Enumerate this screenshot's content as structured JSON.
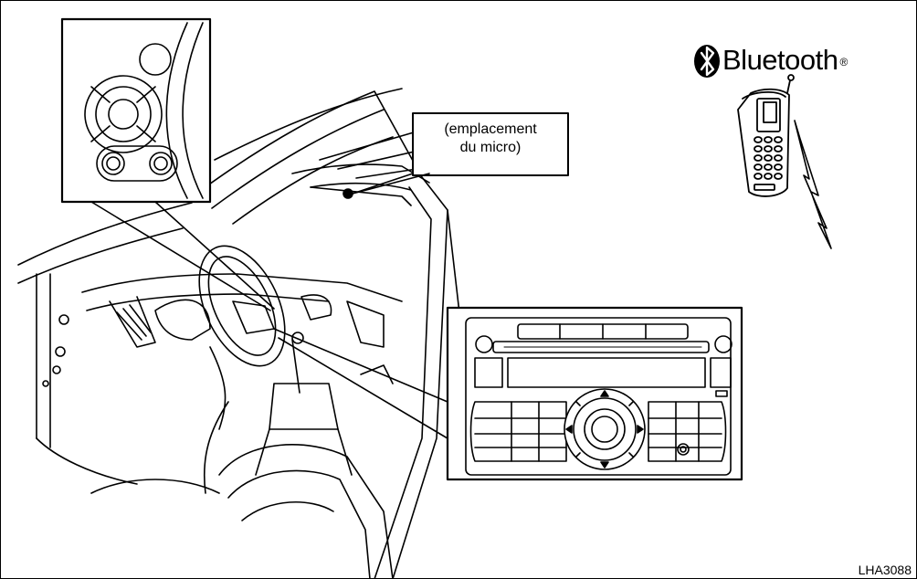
{
  "diagram": {
    "callout_label": "(emplacement\ndu micro)",
    "callout_line1": "(emplacement",
    "callout_line2": "du micro)",
    "bluetooth_word": "Bluetooth",
    "bluetooth_mark": "®",
    "reference_code": "LHA3088"
  },
  "icons": {
    "bluetooth": "bluetooth-icon",
    "phone": "mobile-phone-icon",
    "signal": "lightning-signal-icon"
  },
  "colors": {
    "ink": "#000000",
    "paper": "#ffffff"
  }
}
